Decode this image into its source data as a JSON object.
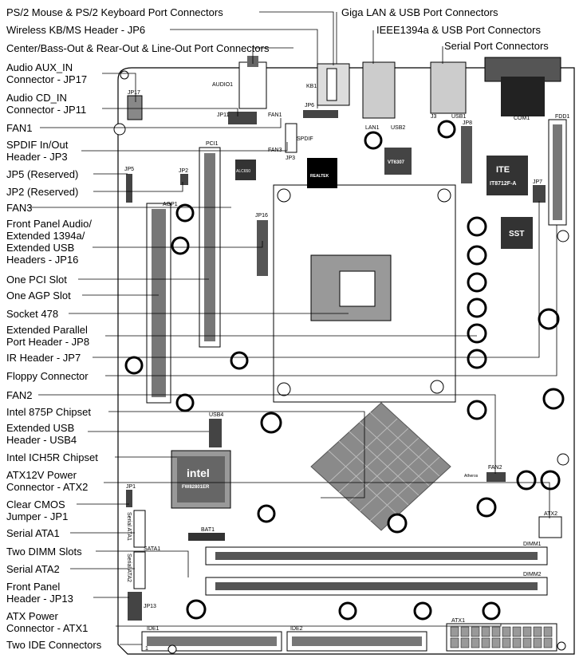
{
  "callouts_left": [
    {
      "lines": [
        "PS/2 Mouse & PS/2 Keyboard Port Connectors"
      ]
    },
    {
      "lines": [
        "Wireless KB/MS Header - JP6"
      ]
    },
    {
      "lines": [
        "Center/Bass-Out & Rear-Out & Line-Out Port Connectors"
      ]
    },
    {
      "lines": [
        "Audio AUX_IN",
        "Connector - JP17"
      ]
    },
    {
      "lines": [
        "Audio CD_IN",
        "Connector - JP11"
      ]
    },
    {
      "lines": [
        "FAN1"
      ]
    },
    {
      "lines": [
        "SPDIF In/Out",
        "Header - JP3"
      ]
    },
    {
      "lines": [
        "JP5 (Reserved)"
      ]
    },
    {
      "lines": [
        "JP2 (Reserved)"
      ]
    },
    {
      "lines": [
        "FAN3"
      ]
    },
    {
      "lines": [
        "Front Panel Audio/",
        "Extended 1394a/",
        "Extended USB",
        "Headers - JP16"
      ]
    },
    {
      "lines": [
        "One PCI Slot"
      ]
    },
    {
      "lines": [
        "One AGP Slot"
      ]
    },
    {
      "lines": [
        "Socket 478"
      ]
    },
    {
      "lines": [
        "Extended Parallel",
        "Port Header - JP8"
      ]
    },
    {
      "lines": [
        "IR Header - JP7"
      ]
    },
    {
      "lines": [
        "Floppy Connector"
      ]
    },
    {
      "lines": [
        "FAN2"
      ]
    },
    {
      "lines": [
        "Intel 875P Chipset"
      ]
    },
    {
      "lines": [
        "Extended USB",
        "Header - USB4"
      ]
    },
    {
      "lines": [
        "Intel ICH5R Chipset"
      ]
    },
    {
      "lines": [
        "ATX12V Power",
        "Connector - ATX2"
      ]
    },
    {
      "lines": [
        "Clear CMOS",
        "Jumper - JP1"
      ]
    },
    {
      "lines": [
        "Serial ATA1"
      ]
    },
    {
      "lines": [
        "Two DIMM Slots"
      ]
    },
    {
      "lines": [
        "Serial ATA2"
      ]
    },
    {
      "lines": [
        "Front Panel",
        "Header - JP13"
      ]
    },
    {
      "lines": [
        "ATX Power",
        "Connector - ATX1"
      ]
    },
    {
      "lines": [
        "Two IDE Connectors"
      ]
    }
  ],
  "callouts_top": [
    {
      "text": "Giga LAN & USB Port Connectors"
    },
    {
      "text": "IEEE1394a & USB Port Connectors"
    },
    {
      "text": "Serial Port Connectors"
    }
  ],
  "board_labels": {
    "audio1": "AUDIO1",
    "kb1": "KB1",
    "jp17": "JP17",
    "jp11": "JP11",
    "jp6": "JP6",
    "fan1": "FAN1",
    "spdif": "SPDIF",
    "jp3": "JP3",
    "fan3": "FAN3",
    "pci1": "PCI1",
    "jp5": "JP5",
    "jp2": "JP2",
    "agp1": "AGP1",
    "jp16": "JP16",
    "lan1": "LAN1",
    "usb2": "USB2",
    "j3": "J3",
    "usb1": "USB1",
    "jp8": "JP8",
    "com1": "COM1",
    "fdd1": "FDD1",
    "jp7": "JP7",
    "usb4": "USB4",
    "fan2": "FAN2",
    "jp1": "JP1",
    "sata_1": "Serial ATA1",
    "sata_2": "Serial ATA2",
    "sata1": "SATA1",
    "bat1": "BAT1",
    "dimm1": "DIMM1",
    "dimm2": "DIMM2",
    "atx2": "ATX2",
    "jp13": "JP13",
    "atx1": "ATX1",
    "ide1": "IDE1",
    "ide2": "IDE2",
    "one": "1",
    "ite": "ITE",
    "ite_part": "IT8712F-A",
    "sst": "SST",
    "intel": "intel",
    "ich_part": "FW82801ER",
    "realtek": "REALTEK",
    "via": "VT6307",
    "alc": "ALC650",
    "atheros": "Atheros"
  }
}
